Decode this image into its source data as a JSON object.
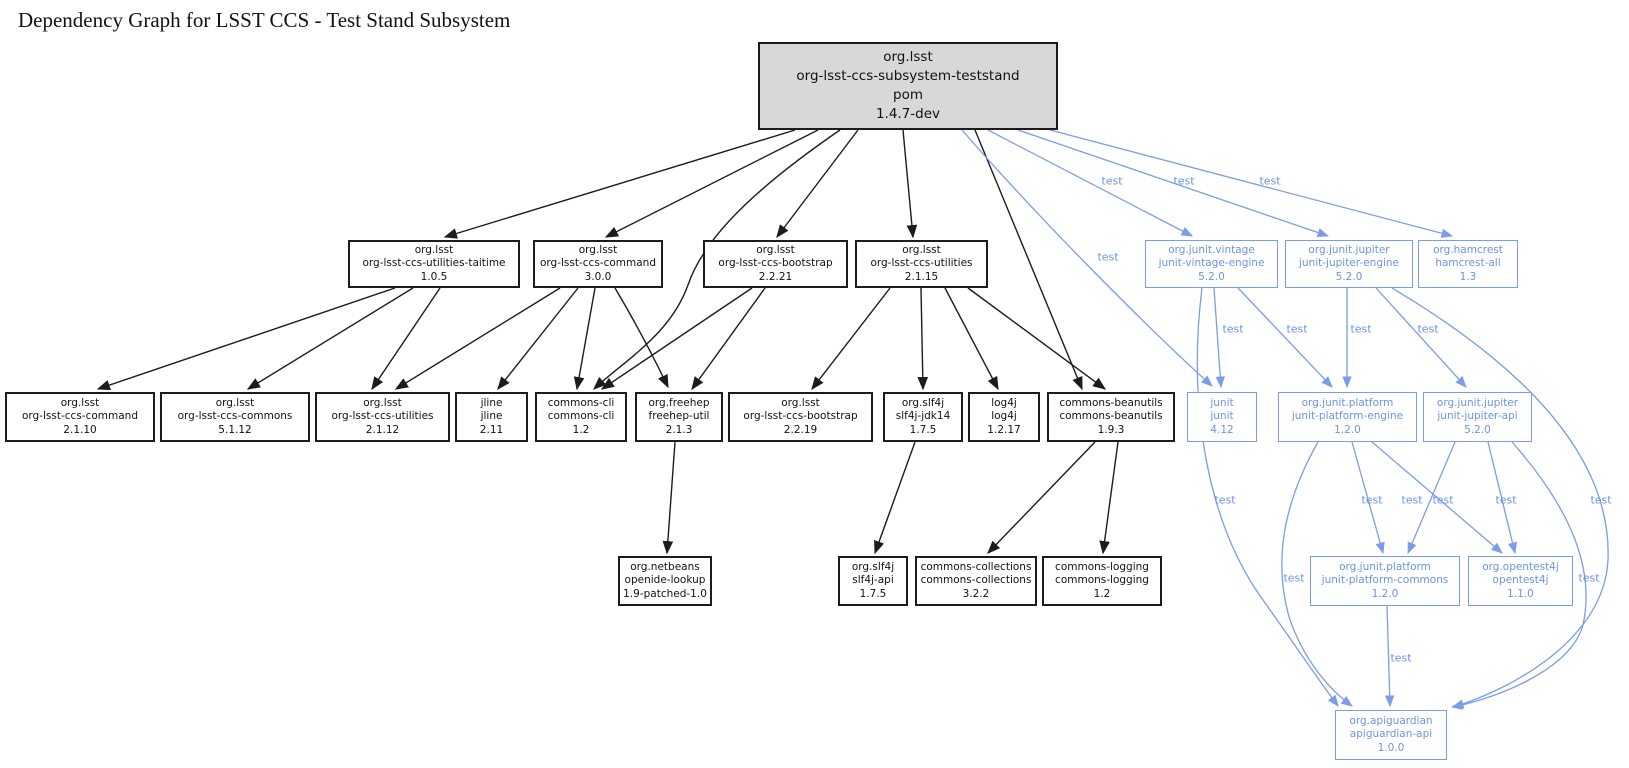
{
  "title": "Dependency Graph for LSST CCS - Test Stand Subsystem",
  "colors": {
    "node_border": "#1c1c1c",
    "test_blue": "#6d93e4",
    "root_fill": "#d8d8d8",
    "background": "#ffffff"
  },
  "nodes": [
    {
      "id": "root",
      "scope": "root",
      "lines": [
        "org.lsst",
        "org-lsst-ccs-subsystem-teststand",
        "pom",
        "1.4.7-dev"
      ]
    },
    {
      "id": "taitime",
      "scope": "compile",
      "lines": [
        "org.lsst",
        "org-lsst-ccs-utilities-taitime",
        "1.0.5"
      ]
    },
    {
      "id": "command3",
      "scope": "compile",
      "lines": [
        "org.lsst",
        "org-lsst-ccs-command",
        "3.0.0"
      ]
    },
    {
      "id": "bootstrap221",
      "scope": "compile",
      "lines": [
        "org.lsst",
        "org-lsst-ccs-bootstrap",
        "2.2.21"
      ]
    },
    {
      "id": "utilities2115",
      "scope": "compile",
      "lines": [
        "org.lsst",
        "org-lsst-ccs-utilities",
        "2.1.15"
      ]
    },
    {
      "id": "vintage",
      "scope": "test",
      "lines": [
        "org.junit.vintage",
        "junit-vintage-engine",
        "5.2.0"
      ]
    },
    {
      "id": "jupiterEngine",
      "scope": "test",
      "lines": [
        "org.junit.jupiter",
        "junit-jupiter-engine",
        "5.2.0"
      ]
    },
    {
      "id": "hamcrest",
      "scope": "test",
      "lines": [
        "org.hamcrest",
        "hamcrest-all",
        "1.3"
      ]
    },
    {
      "id": "command2110",
      "scope": "compile",
      "lines": [
        "org.lsst",
        "org-lsst-ccs-command",
        "2.1.10"
      ]
    },
    {
      "id": "commons5112",
      "scope": "compile",
      "lines": [
        "org.lsst",
        "org-lsst-ccs-commons",
        "5.1.12"
      ]
    },
    {
      "id": "utilities2112",
      "scope": "compile",
      "lines": [
        "org.lsst",
        "org-lsst-ccs-utilities",
        "2.1.12"
      ]
    },
    {
      "id": "jline",
      "scope": "compile",
      "lines": [
        "jline",
        "jline",
        "2.11"
      ]
    },
    {
      "id": "commonscli",
      "scope": "compile",
      "lines": [
        "commons-cli",
        "commons-cli",
        "1.2"
      ]
    },
    {
      "id": "freehep",
      "scope": "compile",
      "lines": [
        "org.freehep",
        "freehep-util",
        "2.1.3"
      ]
    },
    {
      "id": "bootstrap2219",
      "scope": "compile",
      "lines": [
        "org.lsst",
        "org-lsst-ccs-bootstrap",
        "2.2.19"
      ]
    },
    {
      "id": "slf4jjdk14",
      "scope": "compile",
      "lines": [
        "org.slf4j",
        "slf4j-jdk14",
        "1.7.5"
      ]
    },
    {
      "id": "log4j",
      "scope": "compile",
      "lines": [
        "log4j",
        "log4j",
        "1.2.17"
      ]
    },
    {
      "id": "beanutils",
      "scope": "compile",
      "lines": [
        "commons-beanutils",
        "commons-beanutils",
        "1.9.3"
      ]
    },
    {
      "id": "junit",
      "scope": "test",
      "lines": [
        "junit",
        "junit",
        "4.12"
      ]
    },
    {
      "id": "platformEngine",
      "scope": "test",
      "lines": [
        "org.junit.platform",
        "junit-platform-engine",
        "1.2.0"
      ]
    },
    {
      "id": "jupiterApi",
      "scope": "test",
      "lines": [
        "org.junit.jupiter",
        "junit-jupiter-api",
        "5.2.0"
      ]
    },
    {
      "id": "openide",
      "scope": "compile",
      "lines": [
        "org.netbeans",
        "openide-lookup",
        "1.9-patched-1.0"
      ]
    },
    {
      "id": "slf4japi",
      "scope": "compile",
      "lines": [
        "org.slf4j",
        "slf4j-api",
        "1.7.5"
      ]
    },
    {
      "id": "collections",
      "scope": "compile",
      "lines": [
        "commons-collections",
        "commons-collections",
        "3.2.2"
      ]
    },
    {
      "id": "logging",
      "scope": "compile",
      "lines": [
        "commons-logging",
        "commons-logging",
        "1.2"
      ]
    },
    {
      "id": "platformCommons",
      "scope": "test",
      "lines": [
        "org.junit.platform",
        "junit-platform-commons",
        "1.2.0"
      ]
    },
    {
      "id": "opentest4j",
      "scope": "test",
      "lines": [
        "org.opentest4j",
        "opentest4j",
        "1.1.0"
      ]
    },
    {
      "id": "apiguardian",
      "scope": "test",
      "lines": [
        "org.apiguardian",
        "apiguardian-api",
        "1.0.0"
      ]
    }
  ],
  "edges": [
    {
      "from": "root",
      "to": "taitime",
      "scope": "compile",
      "label": ""
    },
    {
      "from": "root",
      "to": "command3",
      "scope": "compile",
      "label": ""
    },
    {
      "from": "root",
      "to": "bootstrap221",
      "scope": "compile",
      "label": ""
    },
    {
      "from": "root",
      "to": "utilities2115",
      "scope": "compile",
      "label": ""
    },
    {
      "from": "root",
      "to": "commonscli",
      "scope": "compile",
      "label": ""
    },
    {
      "from": "root",
      "to": "beanutils",
      "scope": "compile",
      "label": ""
    },
    {
      "from": "taitime",
      "to": "command2110",
      "scope": "compile",
      "label": ""
    },
    {
      "from": "taitime",
      "to": "commons5112",
      "scope": "compile",
      "label": ""
    },
    {
      "from": "taitime",
      "to": "utilities2112",
      "scope": "compile",
      "label": ""
    },
    {
      "from": "command3",
      "to": "utilities2112",
      "scope": "compile",
      "label": ""
    },
    {
      "from": "command3",
      "to": "jline",
      "scope": "compile",
      "label": ""
    },
    {
      "from": "command3",
      "to": "commonscli",
      "scope": "compile",
      "label": ""
    },
    {
      "from": "command3",
      "to": "freehep",
      "scope": "compile",
      "label": ""
    },
    {
      "from": "bootstrap221",
      "to": "commonscli",
      "scope": "compile",
      "label": ""
    },
    {
      "from": "bootstrap221",
      "to": "freehep",
      "scope": "compile",
      "label": ""
    },
    {
      "from": "utilities2115",
      "to": "bootstrap2219",
      "scope": "compile",
      "label": ""
    },
    {
      "from": "utilities2115",
      "to": "slf4jjdk14",
      "scope": "compile",
      "label": ""
    },
    {
      "from": "utilities2115",
      "to": "log4j",
      "scope": "compile",
      "label": ""
    },
    {
      "from": "utilities2115",
      "to": "beanutils",
      "scope": "compile",
      "label": ""
    },
    {
      "from": "freehep",
      "to": "openide",
      "scope": "compile",
      "label": ""
    },
    {
      "from": "slf4jjdk14",
      "to": "slf4japi",
      "scope": "compile",
      "label": ""
    },
    {
      "from": "beanutils",
      "to": "collections",
      "scope": "compile",
      "label": ""
    },
    {
      "from": "beanutils",
      "to": "logging",
      "scope": "compile",
      "label": ""
    },
    {
      "from": "root",
      "to": "vintage",
      "scope": "test",
      "label": "test"
    },
    {
      "from": "root",
      "to": "jupiterEngine",
      "scope": "test",
      "label": "test"
    },
    {
      "from": "root",
      "to": "hamcrest",
      "scope": "test",
      "label": "test"
    },
    {
      "from": "root",
      "to": "junit",
      "scope": "test",
      "label": "test"
    },
    {
      "from": "vintage",
      "to": "junit",
      "scope": "test",
      "label": "test"
    },
    {
      "from": "vintage",
      "to": "platformEngine",
      "scope": "test",
      "label": "test"
    },
    {
      "from": "jupiterEngine",
      "to": "platformEngine",
      "scope": "test",
      "label": "test"
    },
    {
      "from": "jupiterEngine",
      "to": "jupiterApi",
      "scope": "test",
      "label": "test"
    },
    {
      "from": "vintage",
      "to": "apiguardian",
      "scope": "test",
      "label": "test"
    },
    {
      "from": "jupiterEngine",
      "to": "apiguardian",
      "scope": "test",
      "label": "test"
    },
    {
      "from": "platformEngine",
      "to": "platformCommons",
      "scope": "test",
      "label": "test"
    },
    {
      "from": "platformEngine",
      "to": "opentest4j",
      "scope": "test",
      "label": "test"
    },
    {
      "from": "jupiterApi",
      "to": "platformCommons",
      "scope": "test",
      "label": "test"
    },
    {
      "from": "jupiterApi",
      "to": "opentest4j",
      "scope": "test",
      "label": "test"
    },
    {
      "from": "platformEngine",
      "to": "apiguardian",
      "scope": "test",
      "label": "test"
    },
    {
      "from": "jupiterApi",
      "to": "apiguardian",
      "scope": "test",
      "label": "test"
    },
    {
      "from": "platformCommons",
      "to": "apiguardian",
      "scope": "test",
      "label": "test"
    }
  ]
}
